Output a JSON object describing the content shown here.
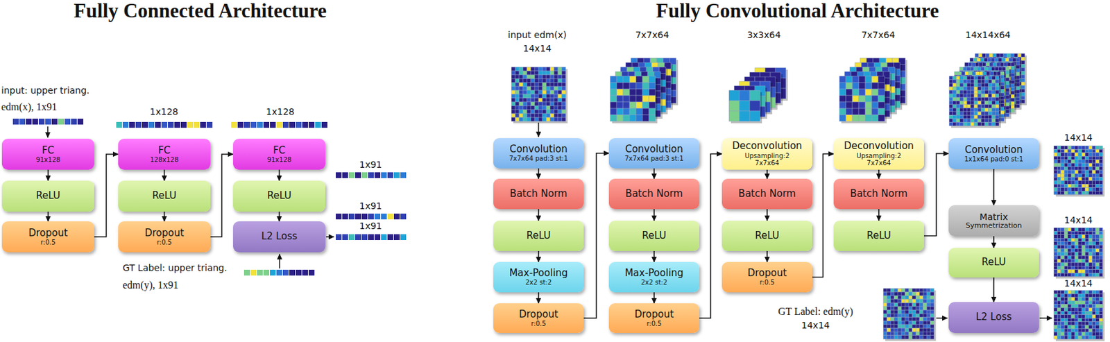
{
  "diagram": {
    "nodes": [
      {
        "text": [
          "FC",
          "91x128"
        ]
      },
      {
        "text": [
          "ReLU"
        ]
      },
      {
        "text": [
          "Dropout",
          "r:0.5"
        ]
      },
      {
        "text": [
          "FC",
          "128x128"
        ]
      },
      {
        "text": [
          "ReLU"
        ]
      },
      {
        "text": [
          "Dropout",
          "r:0.5"
        ]
      },
      {
        "text": [
          "FC",
          "91x128"
        ]
      },
      {
        "text": [
          "ReLU"
        ]
      },
      {
        "text": [
          "L2 Loss"
        ]
      },
      {
        "text": [
          "Convolution",
          "7x7x64 pad:3 st:1"
        ]
      },
      {
        "text": [
          "Batch Norm"
        ]
      },
      {
        "text": [
          "ReLU"
        ]
      },
      {
        "text": [
          "Max-Pooling",
          "2x2 st:2"
        ]
      },
      {
        "text": [
          "Dropout",
          "r:0.5"
        ]
      },
      {
        "text": [
          "Convolution",
          "7x7x64 pad:3 st:1"
        ]
      },
      {
        "text": [
          "Batch Norm"
        ]
      },
      {
        "text": [
          "ReLU"
        ]
      },
      {
        "text": [
          "Max-Pooling",
          "2x2 st:2"
        ]
      },
      {
        "text": [
          "Dropout",
          "r:0.5"
        ]
      },
      {
        "text": [
          "Deconvolution",
          "Upsampling:2",
          "7x7x64"
        ]
      },
      {
        "text": [
          "Batch Norm"
        ]
      },
      {
        "text": [
          "ReLU"
        ]
      },
      {
        "text": [
          "Dropout",
          "r:0.5"
        ]
      },
      {
        "text": [
          "Deconvolution",
          "Upsampling:2",
          "7x7x64"
        ]
      },
      {
        "text": [
          "Batch Norm"
        ]
      },
      {
        "text": [
          "ReLU"
        ]
      },
      {
        "text": [
          "Convolution",
          "1x1x64 pad:0 st:1"
        ]
      },
      {
        "text": [
          "Matrix",
          "Symmetrization"
        ]
      },
      {
        "text": [
          "ReLU"
        ]
      },
      {
        "text": [
          "L2 Loss"
        ]
      }
    ],
    "edges": [
      {
        "from": 0,
        "to": 1,
        "arrow": "to"
      },
      {
        "from": 1,
        "to": 2,
        "arrow": "to"
      },
      {
        "from": 2,
        "to": 3,
        "arrow": "to"
      },
      {
        "from": 3,
        "to": 4,
        "arrow": "to"
      },
      {
        "from": 4,
        "to": 5,
        "arrow": "to"
      },
      {
        "from": 5,
        "to": 6,
        "arrow": "to"
      },
      {
        "from": 6,
        "to": 7,
        "arrow": "to"
      },
      {
        "from": 7,
        "to": 8,
        "arrow": "to"
      },
      {
        "from": 9,
        "to": 10,
        "arrow": "to"
      },
      {
        "from": 10,
        "to": 11,
        "arrow": "to"
      },
      {
        "from": 11,
        "to": 12,
        "arrow": "to"
      },
      {
        "from": 12,
        "to": 13,
        "arrow": "to"
      },
      {
        "from": 13,
        "to": 14,
        "arrow": "to"
      },
      {
        "from": 14,
        "to": 15,
        "arrow": "to"
      },
      {
        "from": 15,
        "to": 16,
        "arrow": "to"
      },
      {
        "from": 16,
        "to": 17,
        "arrow": "to"
      },
      {
        "from": 17,
        "to": 18,
        "arrow": "to"
      },
      {
        "from": 18,
        "to": 19,
        "arrow": "to"
      },
      {
        "from": 19,
        "to": 20,
        "arrow": "to"
      },
      {
        "from": 20,
        "to": 21,
        "arrow": "to"
      },
      {
        "from": 21,
        "to": 22,
        "arrow": "to"
      },
      {
        "from": 22,
        "to": 23,
        "arrow": "to"
      },
      {
        "from": 23,
        "to": 24,
        "arrow": "to"
      },
      {
        "from": 24,
        "to": 25,
        "arrow": "to"
      },
      {
        "from": 25,
        "to": 26,
        "arrow": "to"
      },
      {
        "from": 26,
        "to": 27,
        "arrow": "to"
      },
      {
        "from": 27,
        "to": 28,
        "arrow": "to"
      },
      {
        "from": 28,
        "to": 29,
        "arrow": "to"
      }
    ],
    "labels": [
      "Fully Connected Architecture",
      "Fully Convolutional Architecture",
      "input: upper triang.",
      "edm(x), 1x91",
      "1x128",
      "1x128",
      "1x91",
      "1x91",
      "1x91",
      "GT Label: upper triang.",
      "edm(y), 1x91",
      "input edm(x)",
      "14x14",
      "7x7x64",
      "3x3x64",
      "7x7x64",
      "14x14x64",
      "14x14",
      "14x14",
      "14x14",
      "GT Label: edm(y)",
      "14x14"
    ]
  }
}
